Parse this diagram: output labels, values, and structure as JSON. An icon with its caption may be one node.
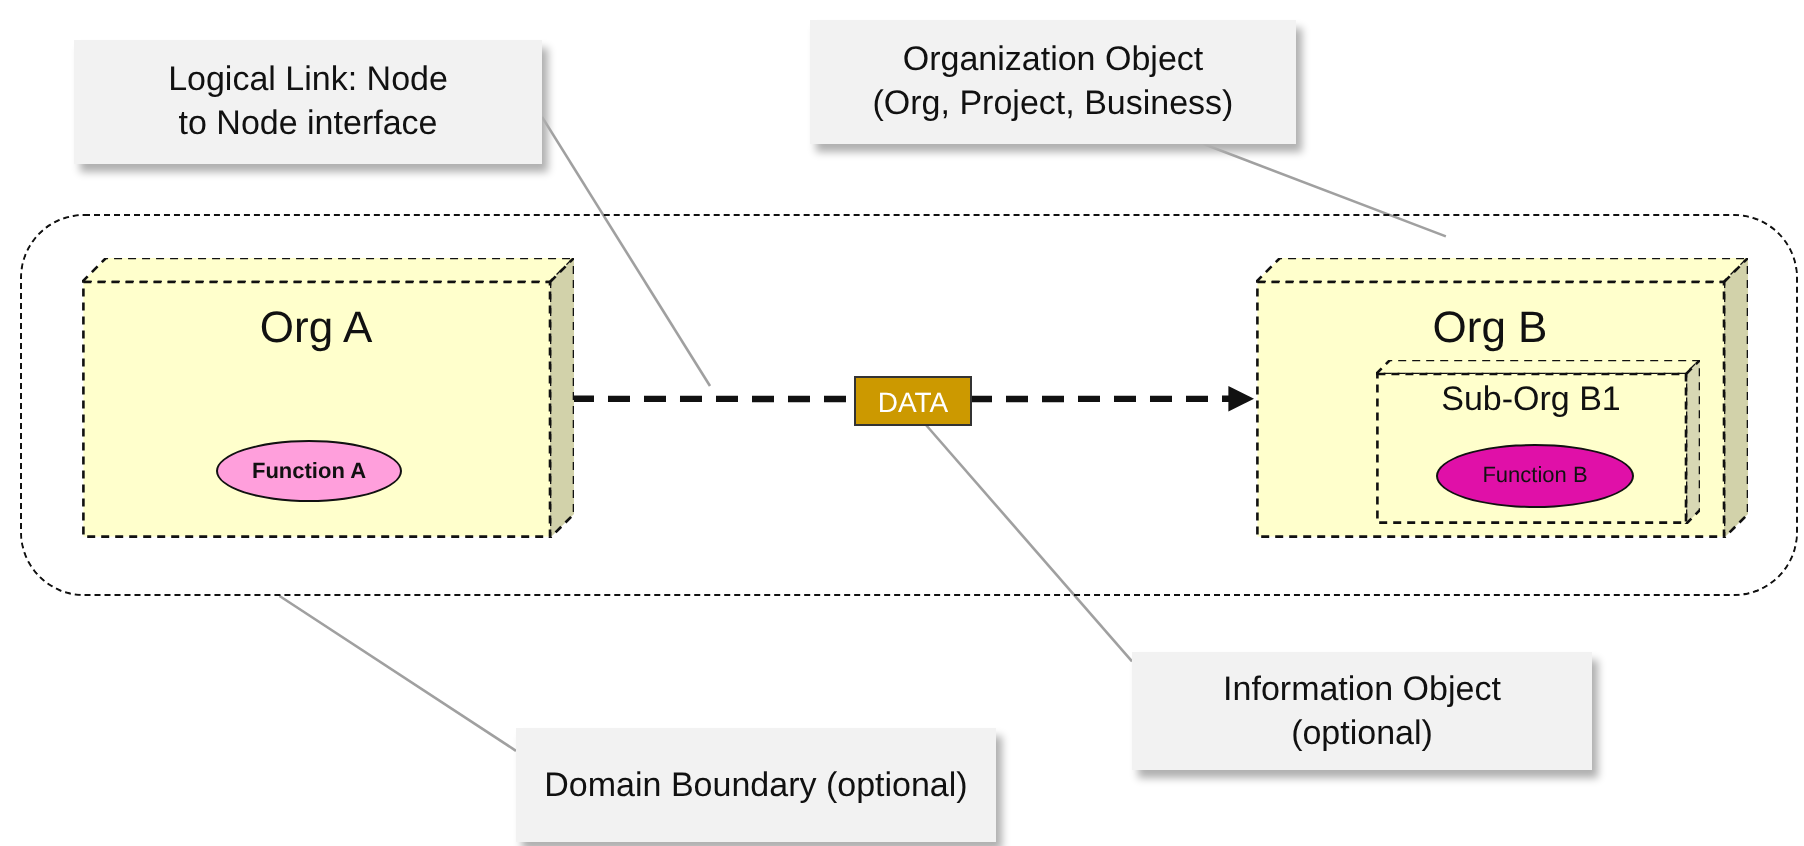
{
  "diagram": {
    "nodes": [
      {
        "text": [
          "Logical Link: Node to Node interface"
        ]
      },
      {
        "text": [
          "Organization Object (Org, Project, Business)"
        ]
      },
      {
        "text": [],
        "shape": "box"
      },
      {
        "text": [
          "Org A"
        ],
        "in": 2
      },
      {
        "text": [
          "Function A"
        ],
        "in": 3
      },
      {
        "text": [
          "DATA"
        ],
        "in": 2
      },
      {
        "text": [
          "Org B"
        ],
        "in": 2
      },
      {
        "text": [
          "Sub-Org B1"
        ],
        "in": 6
      },
      {
        "text": [
          "Function B"
        ],
        "in": 7
      },
      {
        "text": [
          "Information Object (optional)"
        ]
      },
      {
        "text": [
          "Domain Boundary (optional)"
        ]
      }
    ],
    "edges": [
      {
        "from": 3,
        "to": 5,
        "arrow": "none",
        "style": "dashed",
        "color": "#111111"
      },
      {
        "from": 5,
        "to": 6,
        "arrow": "to",
        "style": "dashed",
        "color": "#111111"
      },
      {
        "from": 0,
        "to": null,
        "arrow": "none"
      },
      {
        "from": 1,
        "to": 6,
        "arrow": "none"
      },
      {
        "from": 9,
        "to": 5,
        "arrow": "none"
      },
      {
        "from": 10,
        "to": 2,
        "arrow": "none"
      }
    ]
  }
}
